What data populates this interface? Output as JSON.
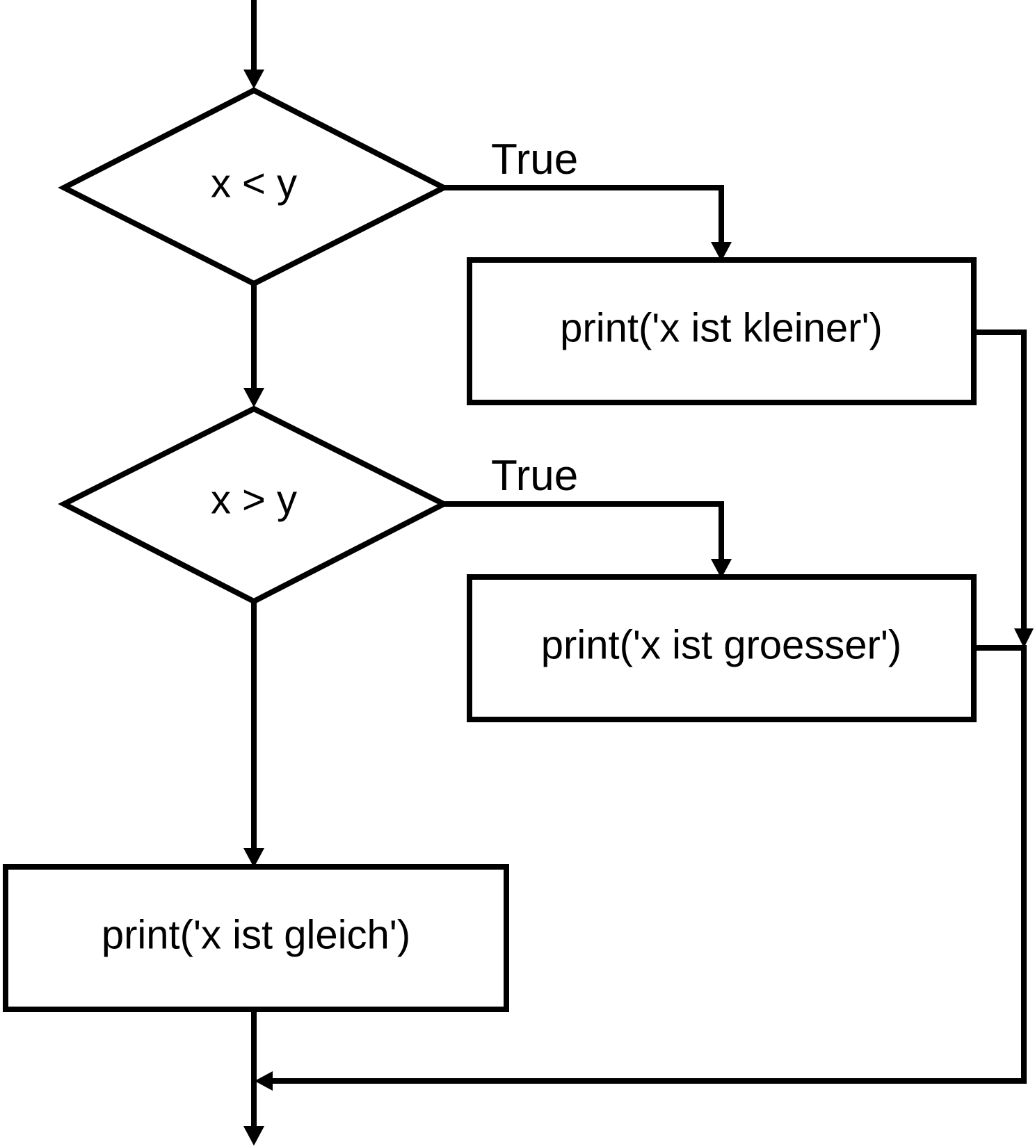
{
  "diagram": {
    "type": "flowchart",
    "nodes": {
      "decision_less": {
        "shape": "diamond",
        "text": "x < y"
      },
      "decision_greater": {
        "shape": "diamond",
        "text": "x > y"
      },
      "process_smaller": {
        "shape": "rectangle",
        "text": "print('x ist kleiner')"
      },
      "process_greater": {
        "shape": "rectangle",
        "text": "print('x ist groesser')"
      },
      "process_equal": {
        "shape": "rectangle",
        "text": "print('x ist gleich')"
      }
    },
    "edges": {
      "less_true": {
        "from": "decision_less",
        "to": "process_smaller",
        "label": "True"
      },
      "greater_true": {
        "from": "decision_greater",
        "to": "process_greater",
        "label": "True"
      },
      "less_false": {
        "from": "decision_less",
        "to": "decision_greater"
      },
      "greater_false": {
        "from": "decision_greater",
        "to": "process_equal"
      },
      "smaller_merge": {
        "from": "process_smaller",
        "to": "merge"
      },
      "greater_merge": {
        "from": "process_greater",
        "to": "merge"
      },
      "equal_exit": {
        "from": "process_equal",
        "to": "exit"
      }
    },
    "colors": {
      "stroke": "#000000",
      "fill": "#ffffff",
      "text": "#000000"
    }
  }
}
